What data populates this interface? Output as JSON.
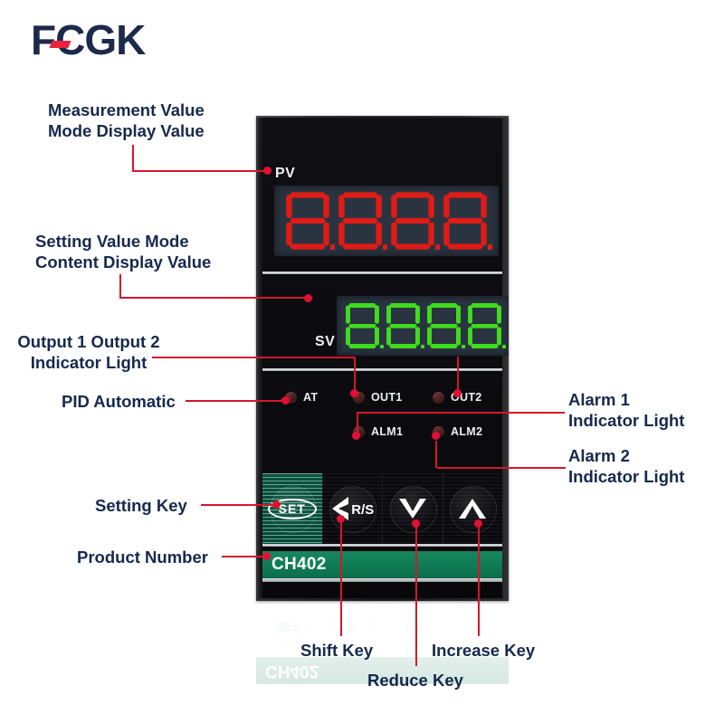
{
  "brand": {
    "name": "FCGK",
    "accent_color": "#e8243c",
    "text_color": "#1b2a4a"
  },
  "device": {
    "product_number": "CH402",
    "displays": {
      "pv": {
        "label": "PV",
        "value": "8888",
        "color": "#e01b16",
        "description": "Measurement Value"
      },
      "sv": {
        "label": "SV",
        "value": "8888",
        "color": "#3fdc1e",
        "description": "Setting Value"
      }
    },
    "indicators": [
      {
        "id": "at",
        "label": "AT"
      },
      {
        "id": "out1",
        "label": "OUT1"
      },
      {
        "id": "out2",
        "label": "OUT2"
      },
      {
        "id": "alm1",
        "label": "ALM1"
      },
      {
        "id": "alm2",
        "label": "ALM2"
      }
    ],
    "keys": [
      {
        "id": "set",
        "label": "SET",
        "glyph": "set-oval-icon"
      },
      {
        "id": "shift",
        "label": "R/S",
        "glyph": "chevron-left-icon"
      },
      {
        "id": "reduce",
        "label": "",
        "glyph": "chevron-down-icon"
      },
      {
        "id": "increase",
        "label": "",
        "glyph": "chevron-up-icon"
      }
    ]
  },
  "annotations": {
    "measurement_value": "Measurement Value\nMode Display Value",
    "setting_value": "Setting Value Mode\nContent Display Value",
    "output_indicator": "Output 1 Output 2\nIndicator Light",
    "pid_automatic": "PID Automatic",
    "setting_key": "Setting Key",
    "product_number": "Product Number",
    "alarm1": "Alarm 1\nIndicator Light",
    "alarm2": "Alarm 2\nIndicator Light",
    "shift_key": "Shift Key",
    "reduce_key": "Reduce Key",
    "increase_key": "Increase Key",
    "leader_color": "#d6162c"
  }
}
